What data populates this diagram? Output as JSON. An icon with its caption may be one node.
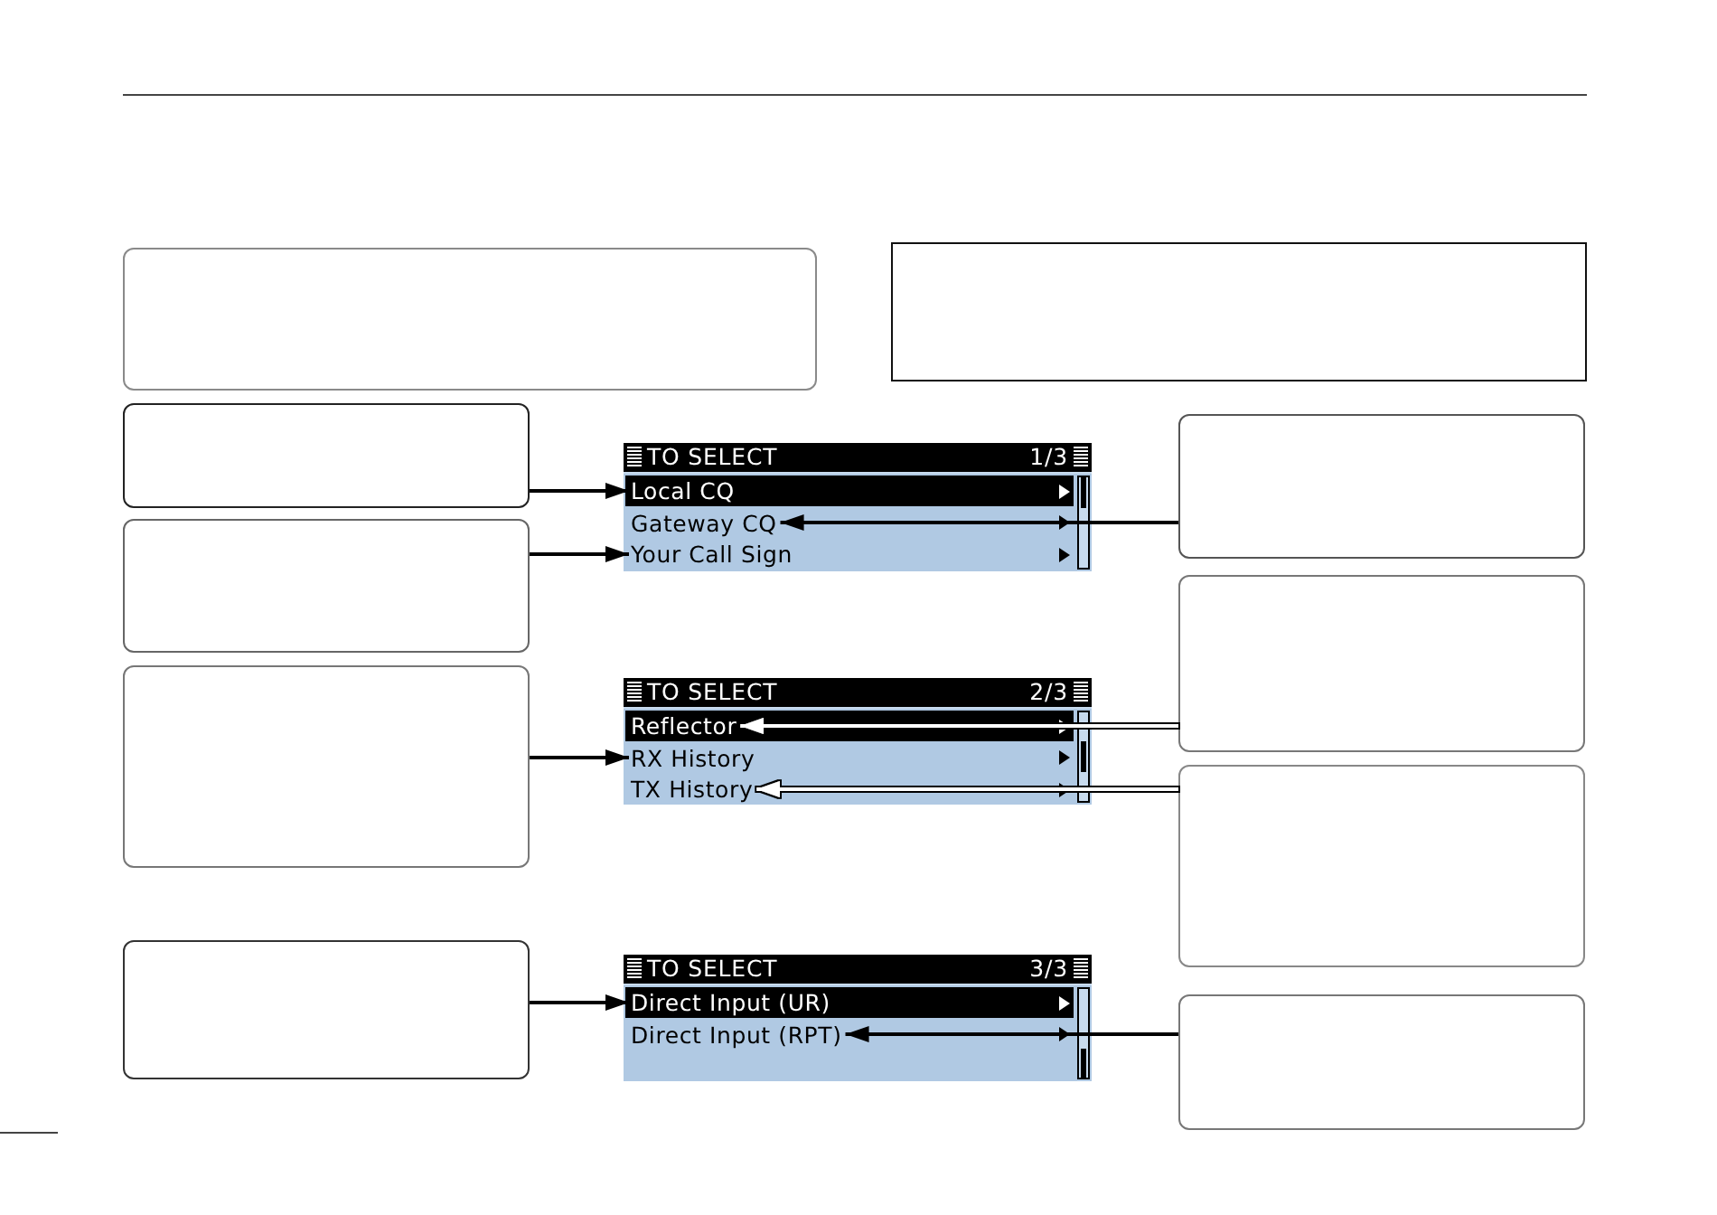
{
  "diagram": {
    "nodes": [
      {
        "text": [],
        "shape": "box"
      },
      {
        "text": [],
        "shape": "box"
      },
      {
        "text": [],
        "shape": "box"
      },
      {
        "text": [],
        "shape": "box"
      },
      {
        "text": [],
        "shape": "box"
      },
      {
        "text": [],
        "shape": "box"
      },
      {
        "text": [
          "TO SELECT",
          "1/3"
        ]
      },
      {
        "text": [
          "Local CQ"
        ],
        "in": 6
      },
      {
        "text": [
          "Gateway CQ"
        ],
        "in": 6
      },
      {
        "text": [
          "Your Call Sign"
        ],
        "in": 6
      },
      {
        "text": [
          "TO SELECT",
          "2/3"
        ]
      },
      {
        "text": [
          "Reflector"
        ],
        "in": 10
      },
      {
        "text": [
          "RX History"
        ],
        "in": 10
      },
      {
        "text": [
          "TX History"
        ],
        "in": 10
      },
      {
        "text": [
          "TO SELECT",
          "3/3"
        ]
      },
      {
        "text": [
          "Direct Input (UR)"
        ],
        "in": 14
      },
      {
        "text": [
          "Direct Input (RPT)"
        ],
        "in": 14
      },
      {
        "text": [],
        "shape": "box"
      },
      {
        "text": [],
        "shape": "box"
      },
      {
        "text": [],
        "shape": "box"
      },
      {
        "text": [],
        "shape": "box"
      }
    ],
    "edges": [
      {
        "from": 2,
        "to": 7,
        "arrow": "to"
      },
      {
        "from": 3,
        "to": 9,
        "arrow": "to"
      },
      {
        "from": 4,
        "to": 12,
        "arrow": "to"
      },
      {
        "from": 5,
        "to": 15,
        "arrow": "to"
      },
      {
        "from": 17,
        "to": 8,
        "arrow": "to"
      },
      {
        "from": 18,
        "to": 11,
        "arrow": "to",
        "color": "#ffffff"
      },
      {
        "from": 19,
        "to": 13,
        "arrow": "to",
        "color": "#ffffff"
      },
      {
        "from": 20,
        "to": 16,
        "arrow": "to"
      }
    ]
  }
}
